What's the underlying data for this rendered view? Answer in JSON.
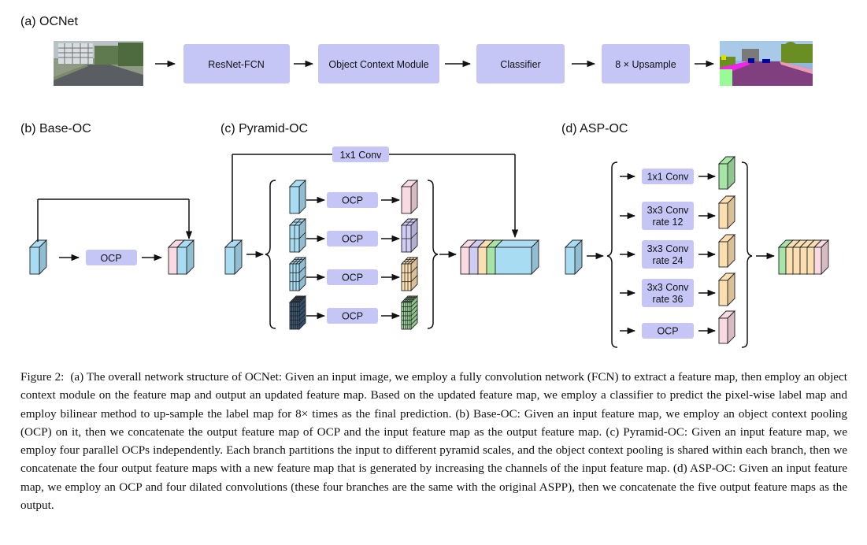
{
  "panels": {
    "a": {
      "label": "(a) OCNet",
      "blocks": [
        "ResNet-FCN",
        "Object Context Module",
        "Classifier",
        "8 × Upsample"
      ]
    },
    "b": {
      "label": "(b) Base-OC",
      "op": "OCP"
    },
    "c": {
      "label": "(c) Pyramid-OC",
      "top_op": "1x1 Conv",
      "branch_op": "OCP"
    },
    "d": {
      "label": "(d) ASP-OC",
      "ops": [
        {
          "line1": "1x1 Conv",
          "line2": ""
        },
        {
          "line1": "3x3 Conv",
          "line2": "rate 12"
        },
        {
          "line1": "3x3 Conv",
          "line2": "rate 24"
        },
        {
          "line1": "3x3 Conv",
          "line2": "rate 36"
        },
        {
          "line1": "OCP",
          "line2": ""
        }
      ]
    }
  },
  "colors": {
    "block": "#c5c6f6",
    "blue": "#a8dcf3",
    "pink": "#f9d9e2",
    "lavender": "#cfcdf4",
    "peach": "#fcdfb0",
    "green": "#a6e5a5",
    "navy": "#3b5b7a",
    "line": "#111111"
  },
  "caption": {
    "label": "Figure 2:",
    "text": "(a) The overall network structure of OCNet: Given an input image, we employ a fully convolution network (FCN) to extract a feature map, then employ an object context module on the feature map and output an updated feature map. Based on the updated feature map, we employ a classifier to predict the pixel-wise label map and employ bilinear method to up-sample the label map for 8× times as the final prediction. (b) Base-OC: Given an input feature map, we employ an object context pooling (OCP) on it, then we concatenate the output feature map of OCP and the input feature map as the output feature map. (c) Pyramid-OC: Given an input feature map, we employ four parallel OCPs independently. Each branch partitions the input to different pyramid scales, and the object context pooling is shared within each branch, then we concatenate the four output feature maps with a new feature map that is generated by increasing the channels of the input feature map. (d) ASP-OC: Given an input feature map, we employ an OCP and four dilated convolutions (these four branches are the same with the original ASPP), then we concatenate the five output feature maps as the output."
  }
}
